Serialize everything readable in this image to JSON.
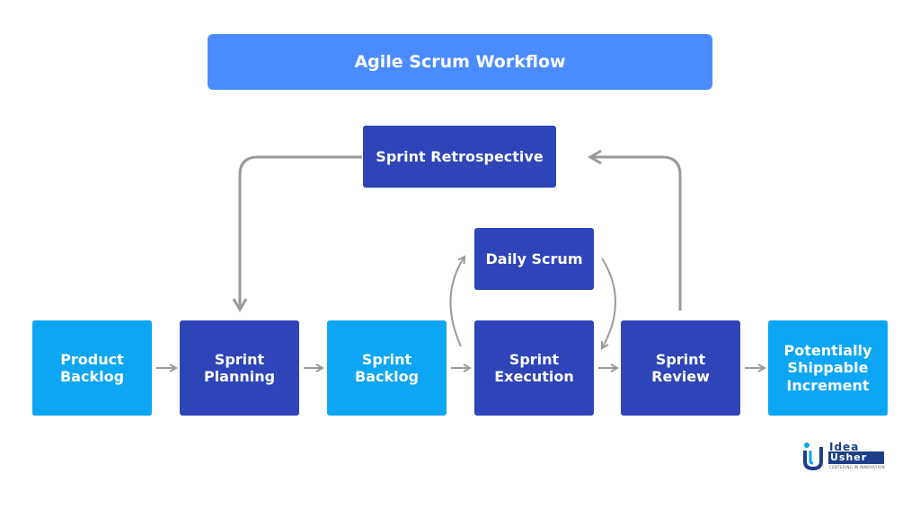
{
  "title": "Agile Scrum Workflow",
  "nodes": {
    "product_backlog": "Product\nBacklog",
    "sprint_planning": "Sprint\nPlanning",
    "sprint_backlog": "Sprint\nBacklog",
    "sprint_execution": "Sprint\nExecution",
    "sprint_review": "Sprint\nReview",
    "potentially_shippable_increment": "Potentially\nShippable\nIncrement",
    "daily_scrum": "Daily Scrum",
    "sprint_retrospective": "Sprint Retrospective"
  },
  "logo": {
    "word1": "Idea",
    "word2": "Usher",
    "tagline": "CENTERING IN INNOVATION"
  },
  "colors": {
    "title_bar": "#4a8cff",
    "light_box": "#0da6f4",
    "dark_box": "#2d45b9",
    "arrow": "#9a9a9a"
  }
}
